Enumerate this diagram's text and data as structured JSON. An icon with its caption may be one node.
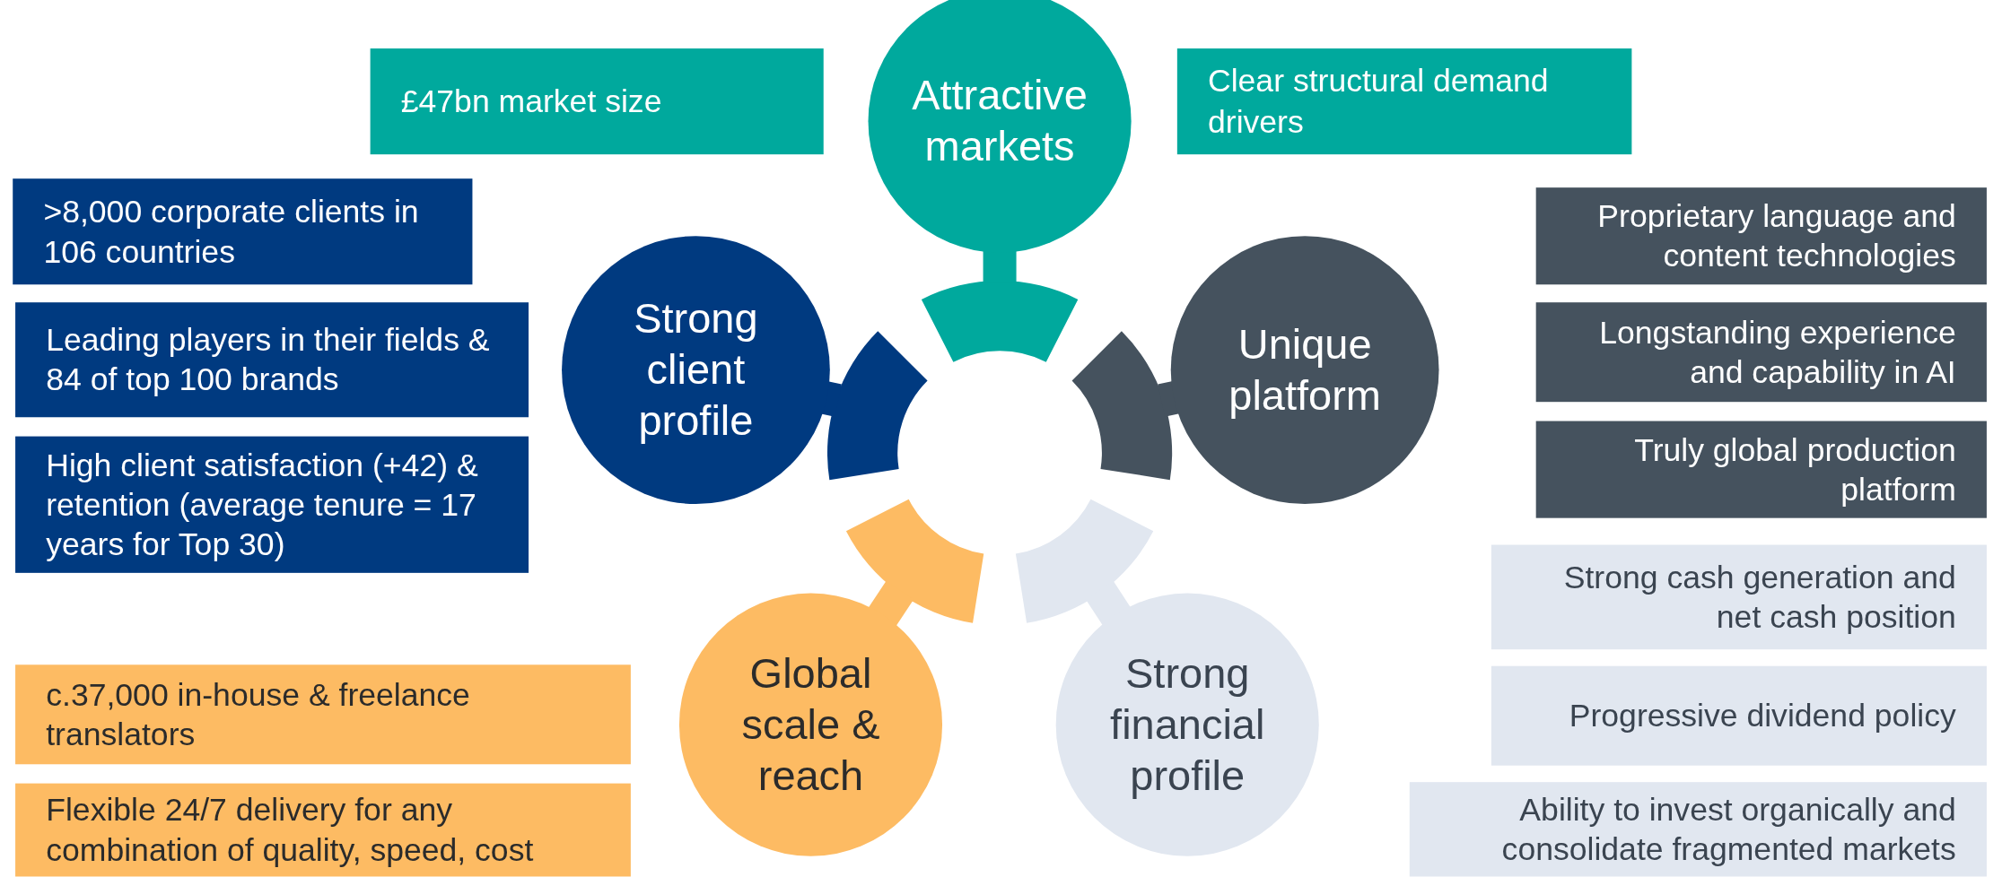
{
  "diagram": {
    "nodes": [
      {
        "text": [
          "£47bn market size"
        ]
      },
      {
        "text": [
          "Attractive markets"
        ]
      },
      {
        "text": [
          "Clear structural demand drivers"
        ]
      },
      {
        "text": [
          ">8,000 corporate clients in 106 countries"
        ]
      },
      {
        "text": [
          "Proprietary language and content technologies"
        ]
      },
      {
        "text": [
          "Strong client profile"
        ]
      },
      {
        "text": [
          "Leading players in their fields & 84 of top 100 brands"
        ]
      },
      {
        "text": [
          "Unique platform"
        ]
      },
      {
        "text": [
          "Longstanding experience and capability in AI"
        ]
      },
      {
        "text": [
          "Truly global production platform"
        ]
      },
      {
        "text": [
          "High client satisfaction (+42) & retention (average tenure = 17 years for Top 30)"
        ]
      },
      {
        "text": [
          "Strong cash generation and net cash position"
        ]
      },
      {
        "text": [
          "c.37,000 in-house & freelance translators"
        ]
      },
      {
        "text": [
          "Global scale & reach"
        ]
      },
      {
        "text": [
          "Strong financial profile"
        ]
      },
      {
        "text": [
          "Progressive dividend policy"
        ]
      },
      {
        "text": [
          "Flexible 24/7 delivery for any combination of quality, speed, cost"
        ]
      },
      {
        "text": [
          "Ability to invest organically and consolidate fragmented markets"
        ]
      }
    ]
  }
}
